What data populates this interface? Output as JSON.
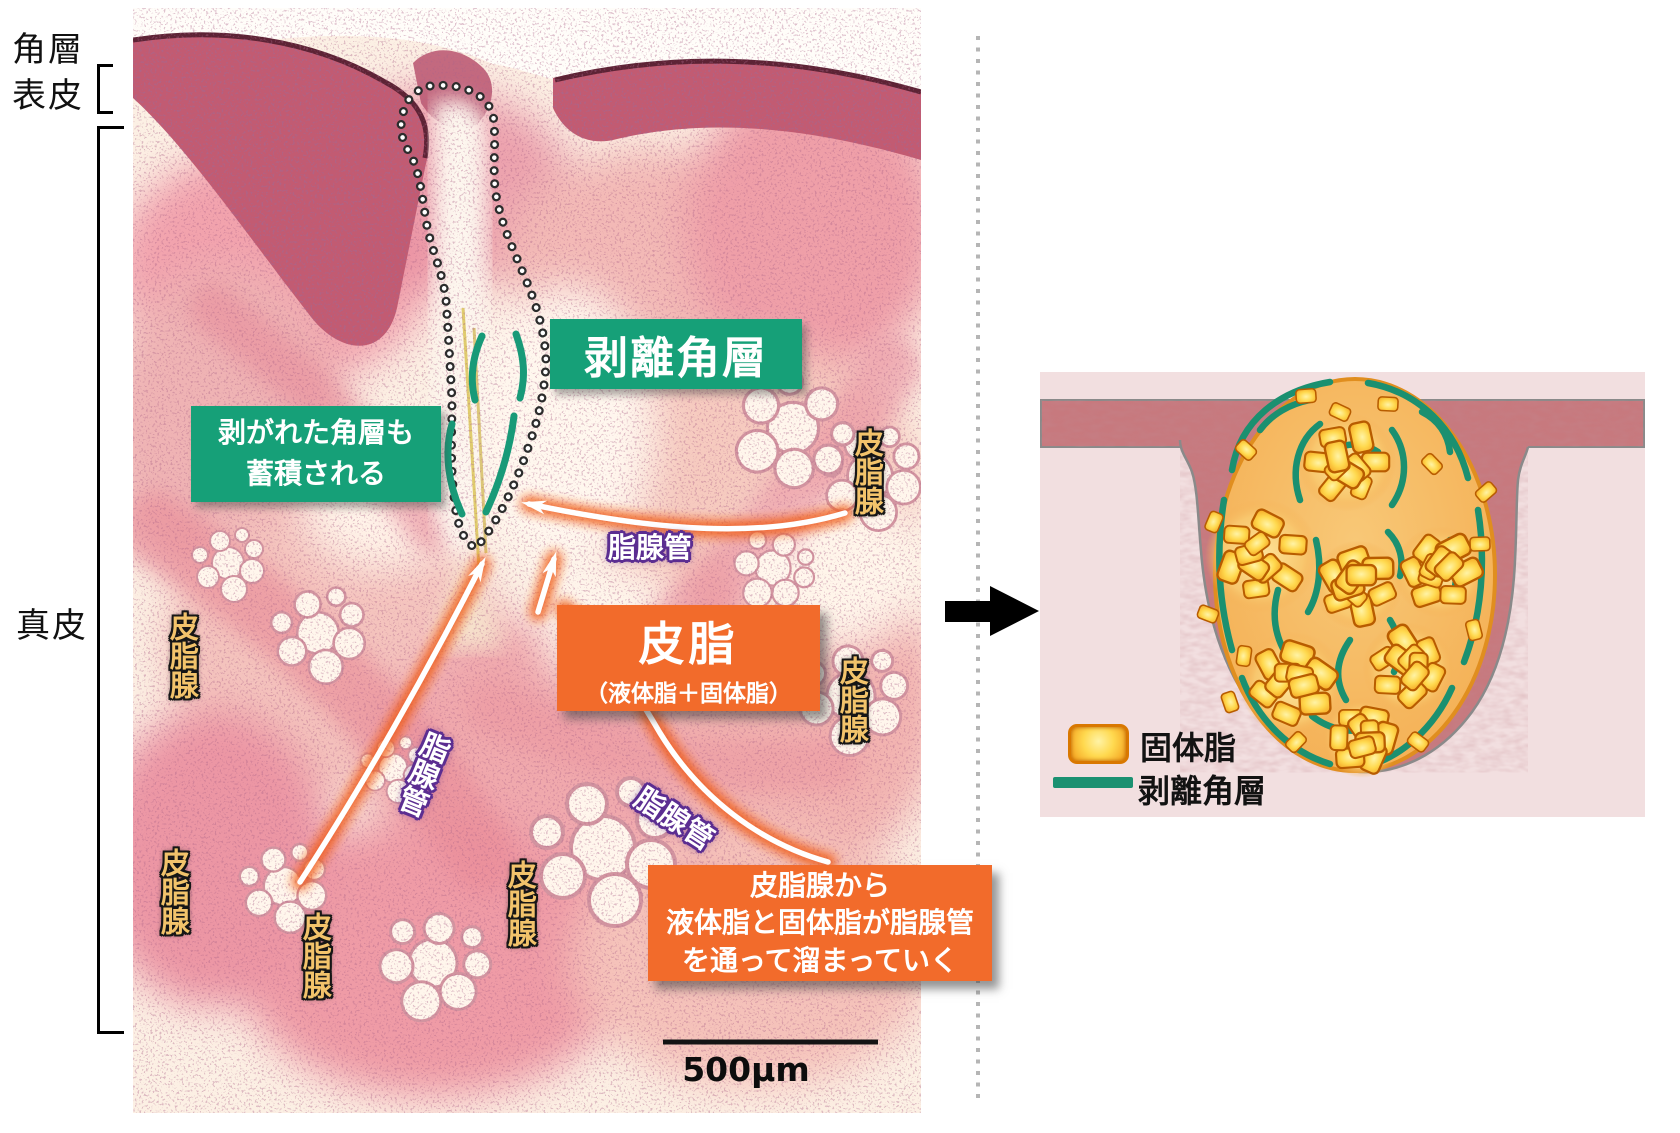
{
  "fig": {
    "left": {
      "layers": {
        "stratum_corneum": "角層",
        "epidermis": "表皮",
        "dermis": "真皮"
      },
      "boxes": {
        "exfoliated": "剥離角層",
        "accumulate1": "剥がれた角層も",
        "accumulate2": "蓄積される",
        "sebum_title": "皮脂",
        "sebum_sub": "（液体脂＋固体脂）",
        "flow1": "皮脂腺から",
        "flow2": "液体脂と固体脂が脂腺管",
        "flow3": "を通って溜まっていく"
      },
      "duct": "脂腺管",
      "gland": "皮脂腺",
      "scale": "500μm"
    },
    "right": {
      "legend_solid_fat": "固体脂",
      "legend_exfoliated": "剥離角層"
    },
    "colors": {
      "callout_green": "#16a078",
      "callout_orange": "#f26b2b",
      "duct_outline_purple": "#5b2d91",
      "gland_text_gold": "#f2c36b",
      "swirl_green": "#1b9070",
      "skin_band_mauve": "#c7797e",
      "panel_pink": "#f2dfe0",
      "crystal_orange": "#f29a18"
    }
  }
}
